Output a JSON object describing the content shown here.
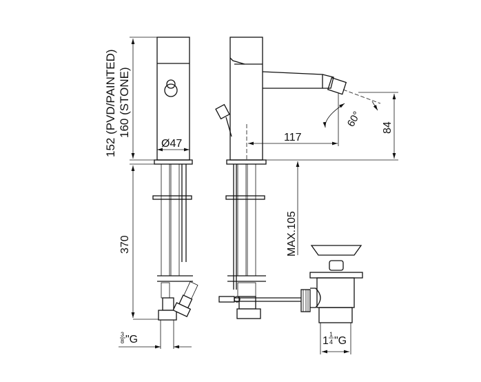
{
  "dimensions": {
    "height_pvd": "152 (PVD/PAINTED)",
    "height_stone": "160 (STONE)",
    "diameter": "Ø47",
    "spout_reach": "117",
    "spout_angle": "60°",
    "spout_height": "84",
    "max_deck": "MAX.105",
    "hose_length": "370",
    "hose_thread": "\"G",
    "hose_thread_num": "3",
    "hose_thread_den": "8",
    "waste_thread_whole": "1",
    "waste_thread_num": "1",
    "waste_thread_den": "4",
    "waste_thread": "\"G"
  }
}
